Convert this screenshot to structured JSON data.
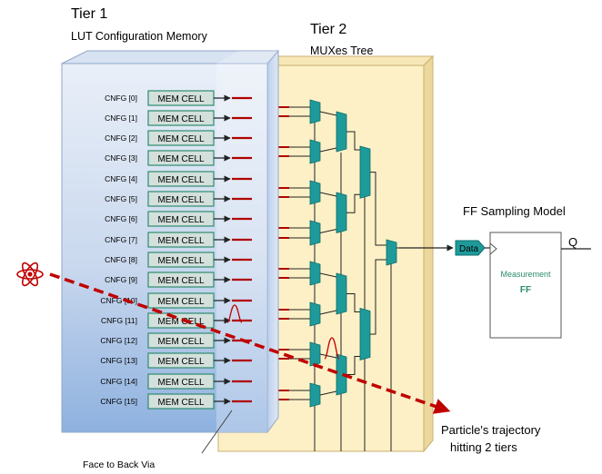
{
  "tier1": {
    "title": "Tier 1",
    "subtitle": "LUT Configuration Memory"
  },
  "tier2": {
    "title": "Tier 2",
    "subtitle": "MUXes Tree"
  },
  "memory": {
    "cell_label": "MEM CELL",
    "config_labels": [
      "CNFG [0]",
      "CNFG [1]",
      "CNFG [2]",
      "CNFG [3]",
      "CNFG [4]",
      "CNFG [5]",
      "CNFG [6]",
      "CNFG [7]",
      "CNFG [8]",
      "CNFG [9]",
      "CNFG [10]",
      "CNFG [11]",
      "CNFG [12]",
      "CNFG [13]",
      "CNFG [14]",
      "CNFG [15]"
    ]
  },
  "flipflop": {
    "title": "FF Sampling Model",
    "input_label": "Data",
    "output_label": "Q",
    "body_line1": "Measurement",
    "body_line2": "FF"
  },
  "annotations": {
    "trajectory_line1": "Particle's trajectory",
    "trajectory_line2": "hitting 2 tiers",
    "via_label": "Face to Back Via"
  },
  "colors": {
    "tier1_top": "#e8eef8",
    "tier1_bottom": "#8fb2e0",
    "tier2": "#fdf0c6",
    "mem_fill": "#d3e0dc",
    "mem_stroke": "#2e8b6e",
    "mux": "#1f9a9a",
    "wire_red": "#b00000",
    "trajectory": "#c00000",
    "pulse": "#c00000"
  },
  "icons": [
    "atom-icon"
  ]
}
